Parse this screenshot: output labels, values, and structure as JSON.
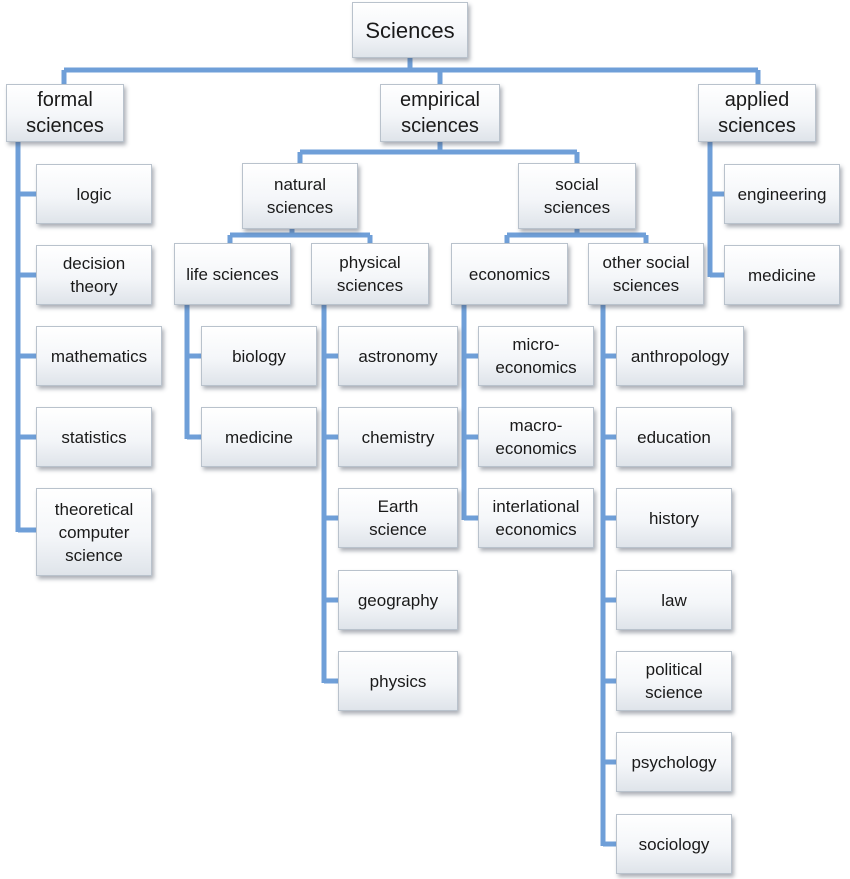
{
  "diagram": {
    "root": "Sciences",
    "formal": {
      "label": "formal\nsciences",
      "children": [
        "logic",
        "decision\ntheory",
        "mathematics",
        "statistics",
        "theoretical\ncomputer\nscience"
      ]
    },
    "empirical": {
      "label": "empirical\nsciences",
      "natural": {
        "label": "natural\nsciences",
        "life": {
          "label": "life sciences",
          "children": [
            "biology",
            "medicine"
          ]
        },
        "physical": {
          "label": "physical\nsciences",
          "children": [
            "astronomy",
            "chemistry",
            "Earth\nscience",
            "geography",
            "physics"
          ]
        }
      },
      "social": {
        "label": "social\nsciences",
        "economics": {
          "label": "economics",
          "children": [
            "micro-\neconomics",
            "macro-\neconomics",
            "interlational\neconomics"
          ]
        },
        "other": {
          "label": "other social\nsciences",
          "children": [
            "anthropology",
            "education",
            "history",
            "law",
            "political\nscience",
            "psychology",
            "sociology"
          ]
        }
      }
    },
    "applied": {
      "label": "applied\nsciences",
      "children": [
        "engineering",
        "medicine"
      ]
    }
  },
  "colors": {
    "connector": "#6f9fd8",
    "box_border": "#b9c2cc",
    "text": "#1a1a1a"
  }
}
